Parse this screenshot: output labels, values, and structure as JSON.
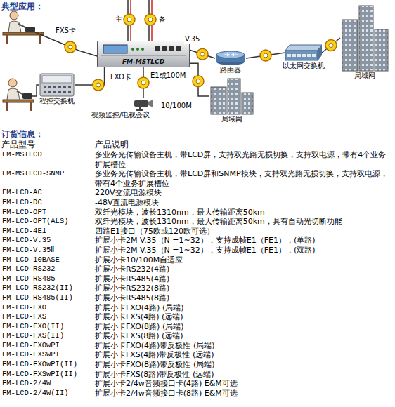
{
  "diagram": {
    "title": "典型应用：",
    "nodes": [
      {
        "text": [
          "FM-MSTLCD"
        ]
      },
      {
        "text": [
          "程控交换机"
        ]
      },
      {
        "text": [
          "路由器"
        ]
      },
      {
        "text": [
          "以太网交换机"
        ]
      },
      {
        "text": [
          "局域网"
        ]
      },
      {
        "text": [
          "局域网"
        ]
      },
      {
        "text": [
          "视频监控/电视会议"
        ]
      }
    ],
    "edges": [
      {
        "from": 0,
        "to": 2,
        "label": "V.35",
        "arrow": "none"
      },
      {
        "from": 2,
        "to": 3,
        "arrow": "none"
      },
      {
        "from": 3,
        "to": 4,
        "arrow": "none"
      },
      {
        "from": 0,
        "to": 1,
        "label": "FXO卡",
        "arrow": "none"
      },
      {
        "from": 0,
        "to": 6,
        "label": "E1或100M",
        "arrow": "none"
      },
      {
        "from": 0,
        "to": 5,
        "label": "10/100M",
        "arrow": "none"
      }
    ],
    "labels": [
      "FXS卡",
      "主",
      "备",
      "订货信息：",
      "产品型号",
      "产品说明",
      "FM-MSTLCD",
      "多业务光传输设备主机，带LCD屏，支持双光路无损切换，支持双电源，带有4个业务扩展槽位",
      "FM-MSTLCD-SNMP",
      "多业务光传输设备主机，带LCD屏和SNMP模块，支持双光路无损切换，支持双电源，带有4个业务扩展槽位",
      "FM-LCD-AC",
      "220V交流电源模块",
      "FM-LCD-DC",
      "-48V直流电源模块",
      "FM-LCD-OPT",
      "双纤光模块，波长1310nm，最大传输距离50km",
      "FM-LCD-OPT(ALS)",
      "双纤光模块，波长1310nm，最大传输距离50km，具有自动光切断功能",
      "FM-LCD-4E1",
      "四路E1接口（75欧或120欧可选）",
      "FM-LCD-V.35",
      "扩展小卡2M V.35（N =1~32），支持成帧E1（FE1），(单路)",
      "FM-LCD-V.35Ⅱ",
      "扩展小卡2M V.35（N =1~32），支持成帧E1（FE1），(双路)",
      "FM-LCD-10BASE",
      "扩展小卡10/100M自适应",
      "FM-LCD-RS232",
      "扩展小卡RS232(4路)",
      "FM-LCD-RS485",
      "扩展小卡RS485(4路)",
      "FM-LCD-RS232(II)",
      "扩展小卡RS232(8路)",
      "FM-LCD-RS485(II)",
      "扩展小卡RS485(8路)",
      "FM-LCD-FXO",
      "扩展小卡FXO(4路) (局端)",
      "FM-LCD-FXS",
      "扩展小卡FXS(4路) (远端)",
      "FM-LCD-FXO(II)",
      "扩展小卡FXO(8路) (局端)",
      "FM-LCD-FXS(II)",
      "扩展小卡FXS(8路) (远端)",
      "FM-LCD-FXOwPI",
      "扩展小卡FXO(4路)带反极性 (局端)",
      "FM-LCD-FXSwPI",
      "扩展小卡FXS(4路)带反极性 (远端)",
      "FM-LCD-FXOwPI(II)",
      "扩展小卡FXO(8路)带反极性 (局端)",
      "FM-LCD-FXSwPI(II)",
      "扩展小卡FXS(8路)带反极性 (远端)",
      "FM-LCD-2/4W",
      "扩展小卡2/4w音频接口卡(4路) E&M可选",
      "FM-LCD-2/4W(II)",
      "扩展小卡2/4w音频接口卡(8路) E&M可选"
    ]
  }
}
